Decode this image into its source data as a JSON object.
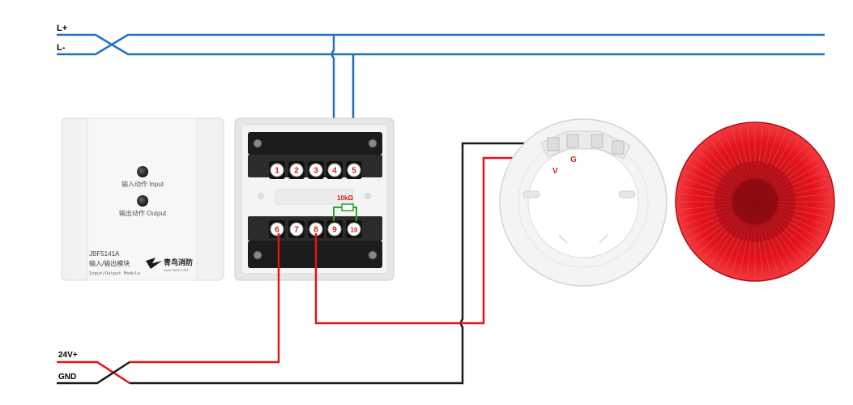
{
  "colors": {
    "bus": "#1f6fc2",
    "power_positive": "#e0161b",
    "ground": "#1a1a1a",
    "terminal_number": "#d81b1b",
    "resistor_lead": "#2aa12a",
    "strobe_red": "#e3141c"
  },
  "bus": {
    "positive_label": "L+",
    "negative_label": "L-"
  },
  "power": {
    "positive_label": "24V+",
    "ground_label": "GND"
  },
  "module_front": {
    "input_led_label": "输入动作 Input",
    "output_led_label": "输出动作 Output",
    "model": "JBF5141A",
    "name_cn": "输入/输出模块",
    "name_en": "Input/Output Module",
    "brand": "青鸟消防",
    "brand_sub": "JADE BIRD FIRE"
  },
  "terminals": {
    "top": [
      "1",
      "2",
      "3",
      "4",
      "5"
    ],
    "bottom": [
      "6",
      "7",
      "8",
      "9",
      "10"
    ]
  },
  "resistor_label": "10kΩ",
  "sounder_base": {
    "v_label": "V",
    "g_label": "G"
  }
}
